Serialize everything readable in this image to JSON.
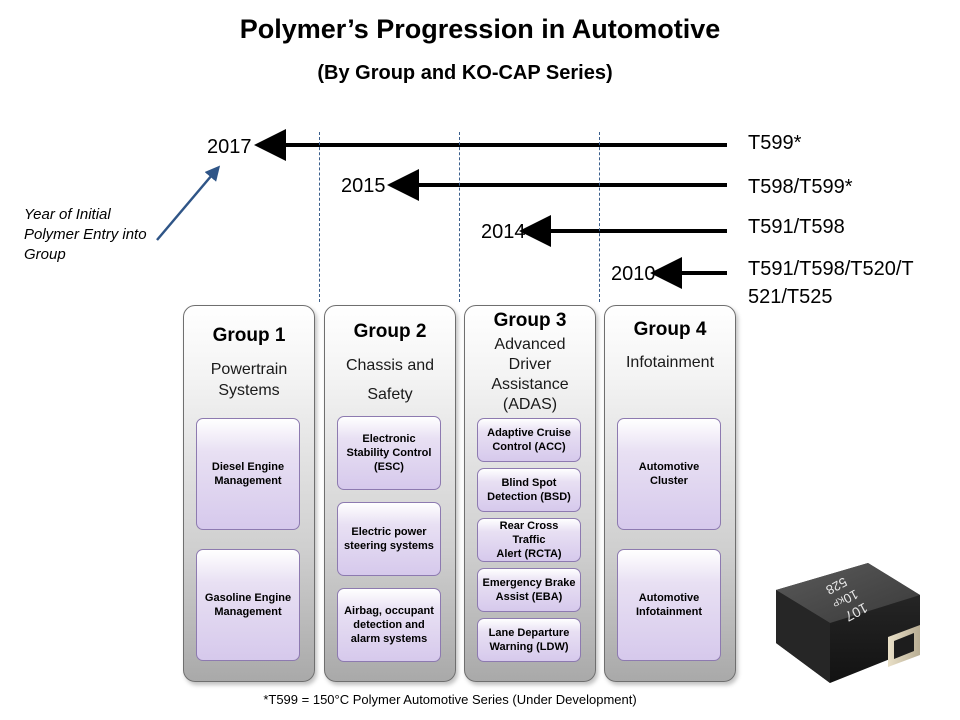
{
  "title": "Polymer’s Progression in Automotive",
  "subtitle": "(By Group and KO-CAP Series)",
  "note": "Year of Initial Polymer Entry into Group",
  "timeline": [
    {
      "year": "2017",
      "series": "T599*"
    },
    {
      "year": "2015",
      "series": "T598/T599*"
    },
    {
      "year": "2014",
      "series": "T591/T598"
    },
    {
      "year": "2010",
      "series_line1": "T591/T598/T520/T",
      "series_line2": "521/T525"
    }
  ],
  "groups": [
    {
      "title": "Group 1",
      "subtitle_lines": [
        "Powertrain",
        "Systems"
      ],
      "items": [
        [
          "Diesel Engine",
          "Management"
        ],
        [
          "Gasoline Engine",
          "Management"
        ]
      ]
    },
    {
      "title": "Group 2",
      "subtitle_lines": [
        "Chassis and",
        "Safety"
      ],
      "items": [
        [
          "Electronic",
          "Stability Control",
          "(ESC)"
        ],
        [
          "Electric power",
          "steering systems"
        ],
        [
          "Airbag, occupant",
          "detection and",
          "alarm systems"
        ]
      ]
    },
    {
      "title": "Group 3",
      "subtitle_lines": [
        "Advanced",
        "Driver",
        "Assistance",
        "(ADAS)"
      ],
      "items": [
        [
          "Adaptive Cruise",
          "Control (ACC)"
        ],
        [
          "Blind Spot",
          "Detection (BSD)"
        ],
        [
          "Rear Cross Traffic",
          "Alert (RCTA)"
        ],
        [
          "Emergency Brake",
          "Assist (EBA)"
        ],
        [
          "Lane Departure",
          "Warning (LDW)"
        ]
      ]
    },
    {
      "title": "Group 4",
      "subtitle_lines": [
        "Infotainment"
      ],
      "items": [
        [
          "Automotive",
          "Cluster"
        ],
        [
          "Automotive",
          "Infotainment"
        ]
      ]
    }
  ],
  "capacitor_marking": {
    "line1": "107",
    "line2": "10",
    "line2_suffix": "KP",
    "line3": "528"
  },
  "footnote": "*T599 = 150°C Polymer Automotive  Series (Under Development)"
}
